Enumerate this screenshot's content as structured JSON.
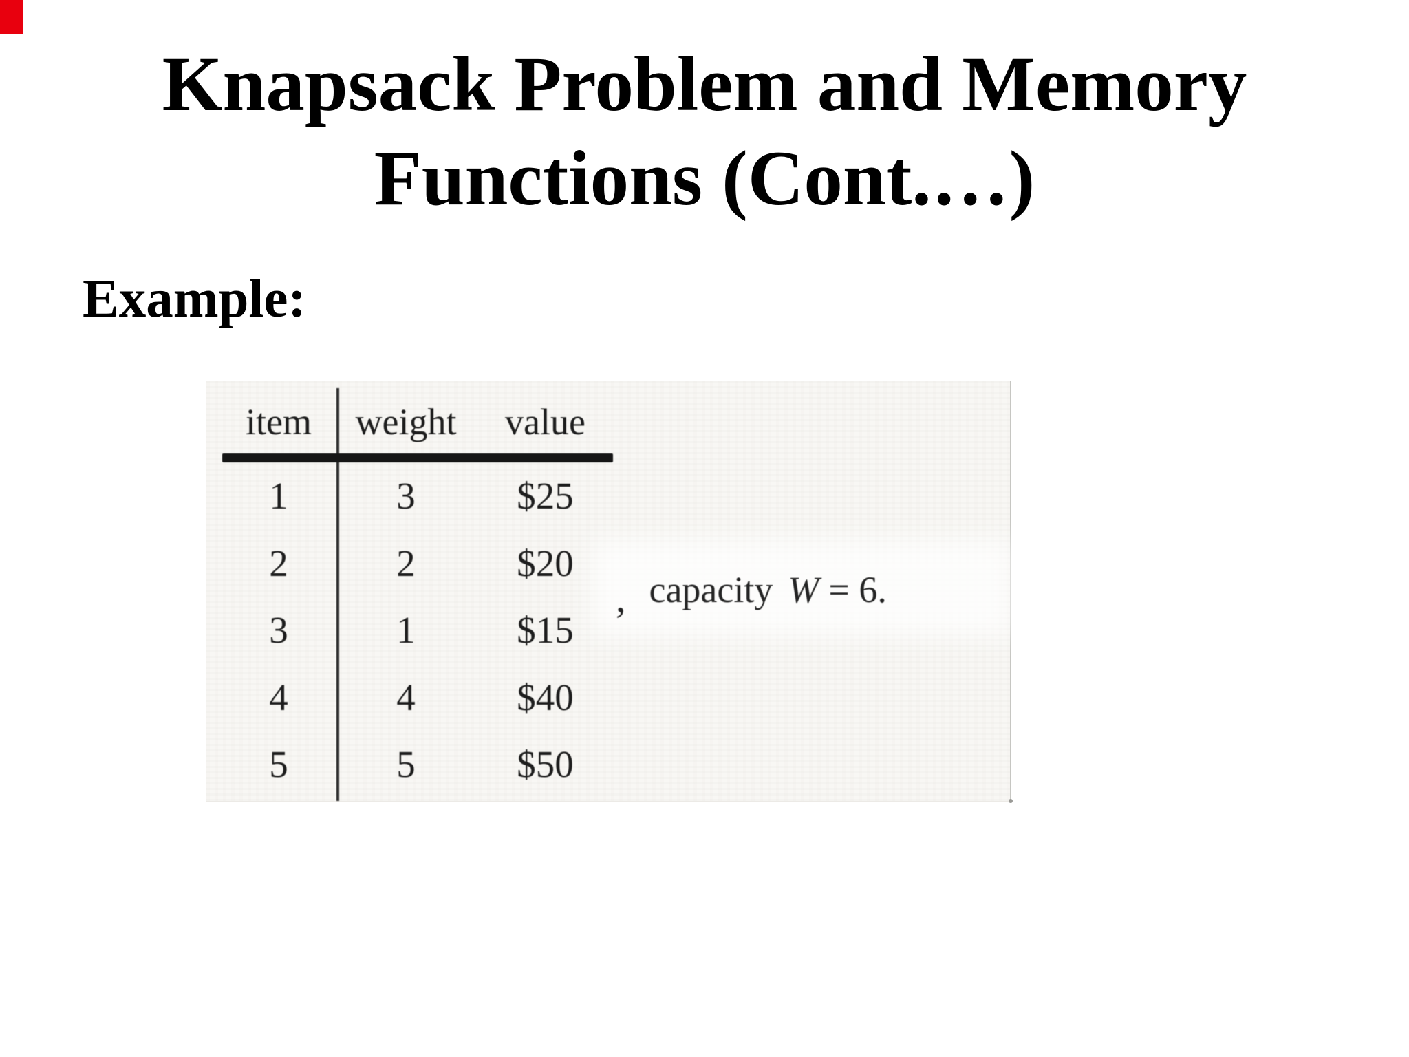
{
  "slide": {
    "title_line1": "Knapsack Problem and Memory",
    "title_line2": "Functions (Cont.…)",
    "example_label": "Example:"
  },
  "figure": {
    "headers": [
      "item",
      "weight",
      "value"
    ],
    "rows": [
      {
        "item": "1",
        "weight": "3",
        "value": "$25"
      },
      {
        "item": "2",
        "weight": "2",
        "value": "$20"
      },
      {
        "item": "3",
        "weight": "1",
        "value": "$15"
      },
      {
        "item": "4",
        "weight": "4",
        "value": "$40"
      },
      {
        "item": "5",
        "weight": "5",
        "value": "$50"
      }
    ],
    "side_note": {
      "comma": ",",
      "label": "capacity",
      "variable": "W",
      "equation": "= 6."
    }
  },
  "colors": {
    "red_corner": "#e8000e",
    "scan_background": "#f8f7f4",
    "rule_dark": "#161616",
    "faint_border": "#c6c6c2"
  }
}
